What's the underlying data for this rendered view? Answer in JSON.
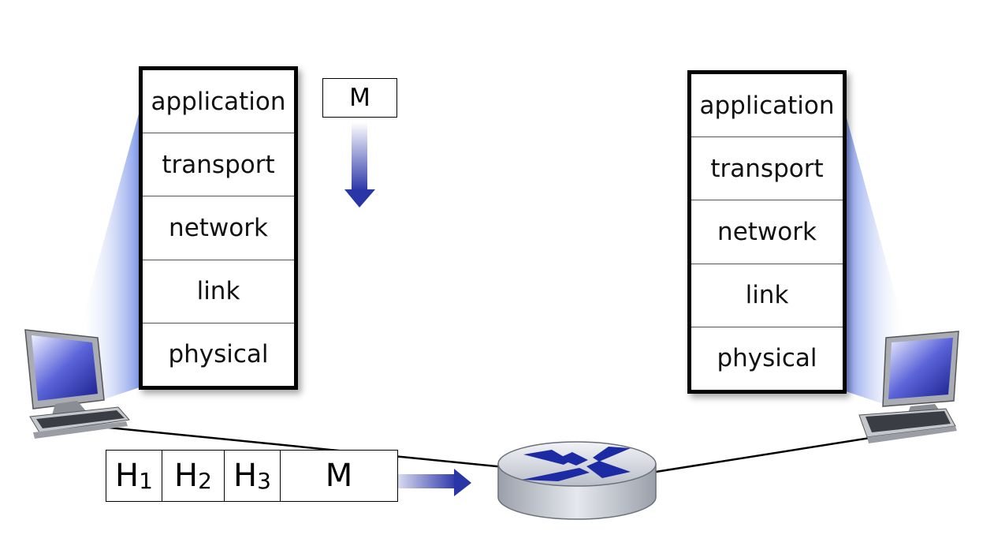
{
  "source_host": {
    "layers": [
      "application",
      "transport",
      "network",
      "link",
      "physical"
    ]
  },
  "dest_host": {
    "layers": [
      "application",
      "transport",
      "network",
      "link",
      "physical"
    ]
  },
  "message": {
    "label": "M"
  },
  "datagram": {
    "headers": [
      {
        "base": "H",
        "sub": "1"
      },
      {
        "base": "H",
        "sub": "2"
      },
      {
        "base": "H",
        "sub": "3"
      }
    ],
    "payload": "M"
  },
  "colors": {
    "arrow_blue": "#2a35a8",
    "router_cross": "#1c2aa3",
    "router_body": "#c8ccd4",
    "halo_blue": "#8fa4ec"
  }
}
